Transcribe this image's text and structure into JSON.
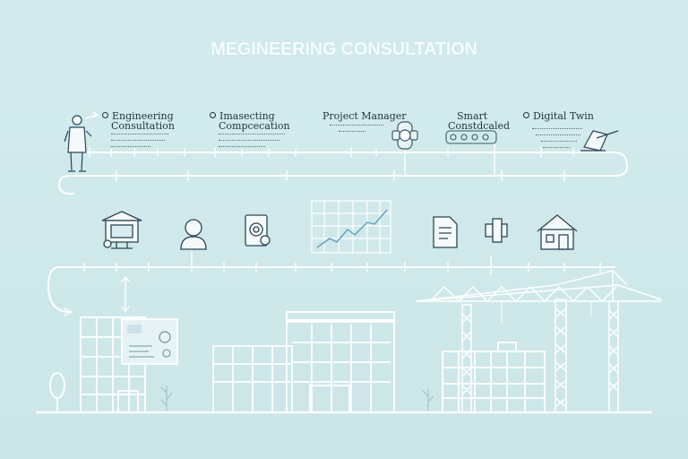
{
  "title": "MEGINEERING CONSULTATION",
  "steps": [
    {
      "line1": "Engineering",
      "line2": "Consultation"
    },
    {
      "line1": "Imasecting",
      "line2": "Compcecation"
    },
    {
      "line1": "Project Manager",
      "line2": ""
    },
    {
      "line1": "Smart",
      "line2": "Constdcaled"
    },
    {
      "line1": "Digital Twin",
      "line2": ""
    }
  ],
  "colors": {
    "background": "#cfe8ea",
    "line": "#ffffff",
    "ink": "#1f3340"
  },
  "icons": [
    "consultant-person-icon",
    "house-monitor-icon",
    "person-avatar-icon",
    "document-gear-icon",
    "growth-chart-icon",
    "report-document-icon",
    "pipe-fitting-icon",
    "smart-house-icon",
    "tablet-pen-icon",
    "valve-icon",
    "sensor-panel-icon",
    "crane-icon"
  ]
}
